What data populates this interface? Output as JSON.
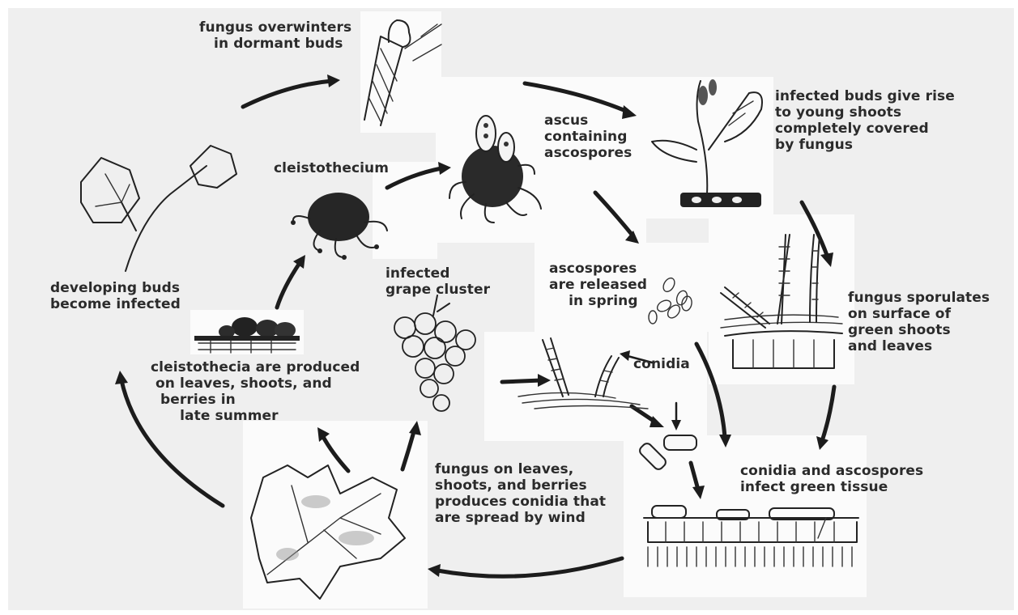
{
  "labels": {
    "overwinter": "fungus overwinters\n   in dormant buds",
    "infected_buds": "infected buds give rise\nto young shoots\ncompletely covered\nby fungus",
    "ascus": "ascus\ncontaining\nascospores",
    "cleistothecium": "cleistothecium",
    "developing_buds": "developing buds\nbecome infected",
    "infected_cluster": "infected\ngrape cluster",
    "ascospores_released": "ascospores\nare released\n    in spring",
    "sporulates": "fungus sporulates\non surface of\ngreen shoots\nand leaves",
    "cleistothecia_produced": "cleistothecia are produced\n on leaves, shoots, and\n  berries in\n      late summer",
    "conidia": "conidia",
    "infect_green": "conidia and ascospores\ninfect green tissue",
    "conidia_spread": "fungus on leaves,\nshoots, and berries\nproduces conidia that\nare spread by wind"
  },
  "icons": [
    "dormant-bud-icon",
    "infected-shoot-icon",
    "ascus-icon",
    "cleistothecium-icon",
    "grape-leaf-shoot-icon",
    "grape-cluster-icon",
    "ascospores-icon",
    "sporulating-tissue-icon",
    "cleistothecia-on-leaf-icon",
    "conidia-germination-icon",
    "green-tissue-cells-icon",
    "infected-leaf-icon"
  ]
}
